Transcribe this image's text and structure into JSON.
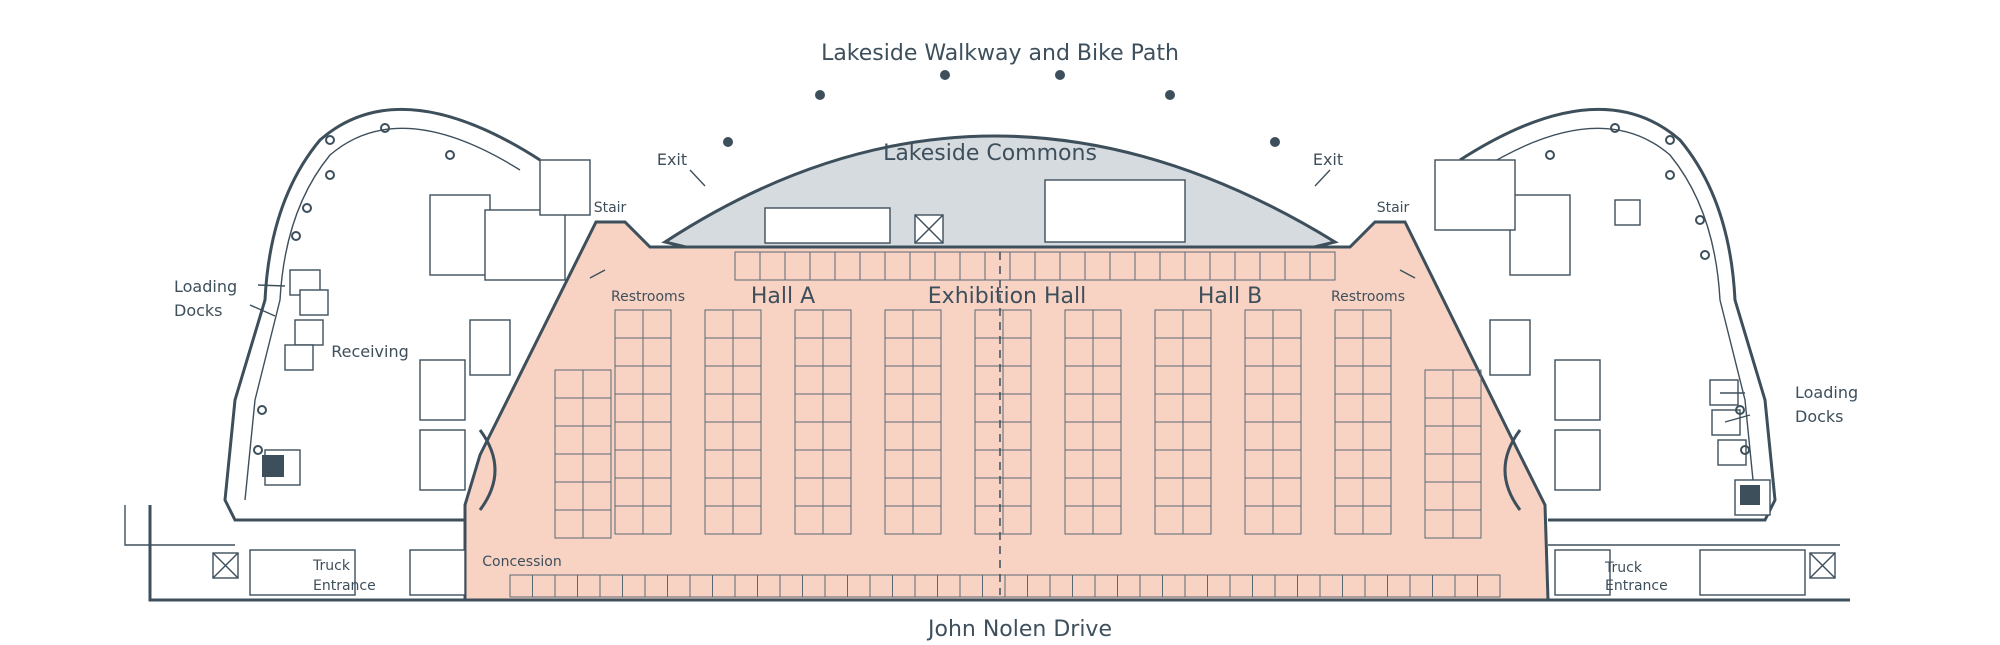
{
  "map": {
    "title_top": "Lakeside Walkway and Bike Path",
    "commons": "Lakeside Commons",
    "street": "John Nolen Drive",
    "halls": {
      "hall_a": "Hall A",
      "exhibition_hall": "Exhibition Hall",
      "hall_b": "Hall B"
    },
    "exits": {
      "left": "Exit",
      "right": "Exit"
    },
    "stairs": {
      "left": "Stair",
      "right": "Stair"
    },
    "restrooms": {
      "left": "Restrooms",
      "right": "Restrooms"
    },
    "loading_docks": {
      "left": {
        "line1": "Loading",
        "line2": "Docks"
      },
      "right": {
        "line1": "Loading",
        "line2": "Docks"
      }
    },
    "receiving": "Receiving",
    "concession": "Concession",
    "truck_entrance": {
      "left": {
        "line1": "Truck",
        "line2": "Entrance"
      },
      "right": {
        "line1": "Truck",
        "line2": "Entrance"
      }
    }
  },
  "colors": {
    "hall_fill": "#f8d3c3",
    "commons_fill": "#d6dbe0",
    "line": "#3e4f5c",
    "text": "#3e4f5c"
  }
}
